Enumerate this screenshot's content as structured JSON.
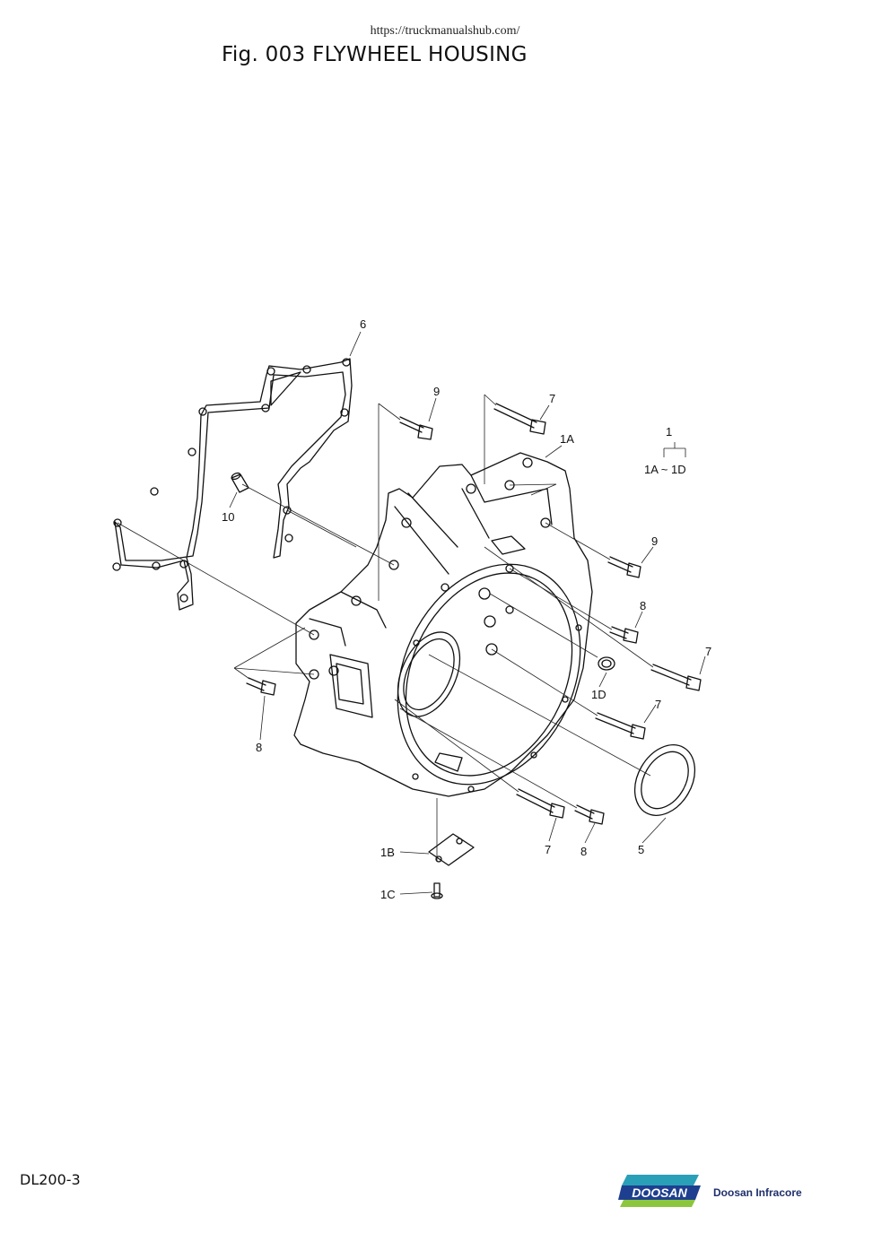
{
  "source_url": "https://truckmanualshub.com/",
  "title": "Fig. 003 FLYWHEEL HOUSING",
  "model": "DL200-3",
  "brand": {
    "logo_text": "DOOSAN",
    "company": "Doosan Infracore",
    "colors": {
      "blue": "#1e3f8f",
      "teal": "#2a9fb8",
      "green": "#8cc63e"
    }
  },
  "labels": {
    "p6": "6",
    "p9_top": "9",
    "p7_top": "7",
    "p1A": "1A",
    "p1": "1",
    "p1A_1D": "1A ~ 1D",
    "p10": "10",
    "p9_right": "9",
    "p8_right": "8",
    "p7_right": "7",
    "p1D": "1D",
    "p7_mid": "7",
    "p8_left": "8",
    "p5": "5",
    "p7_bottom": "7",
    "p8_bottom": "8",
    "p1B": "1B",
    "p1C": "1C"
  }
}
